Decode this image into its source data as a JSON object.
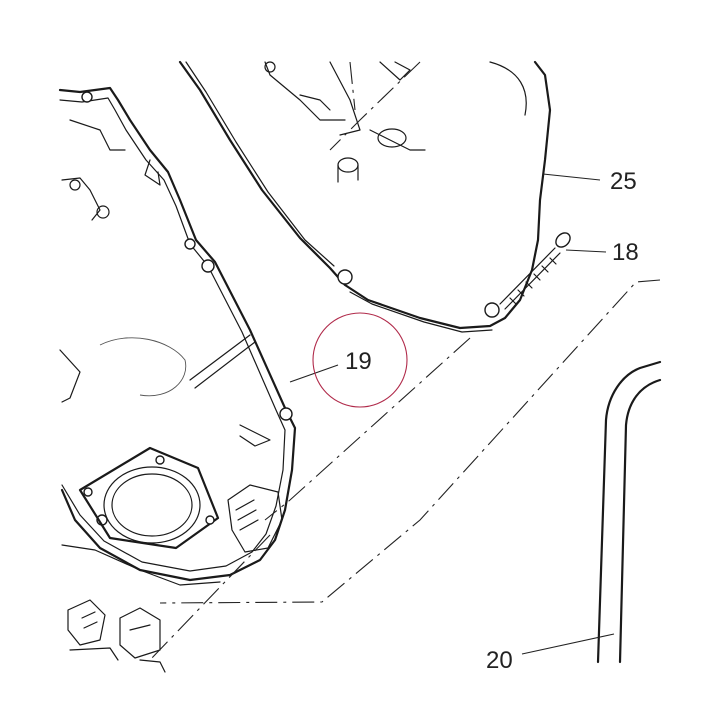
{
  "callouts": [
    {
      "id": "25",
      "label": "25"
    },
    {
      "id": "18",
      "label": "18"
    },
    {
      "id": "19",
      "label": "19"
    },
    {
      "id": "20",
      "label": "20"
    }
  ],
  "highlight": {
    "target": "19",
    "color": "#b02a4a"
  }
}
